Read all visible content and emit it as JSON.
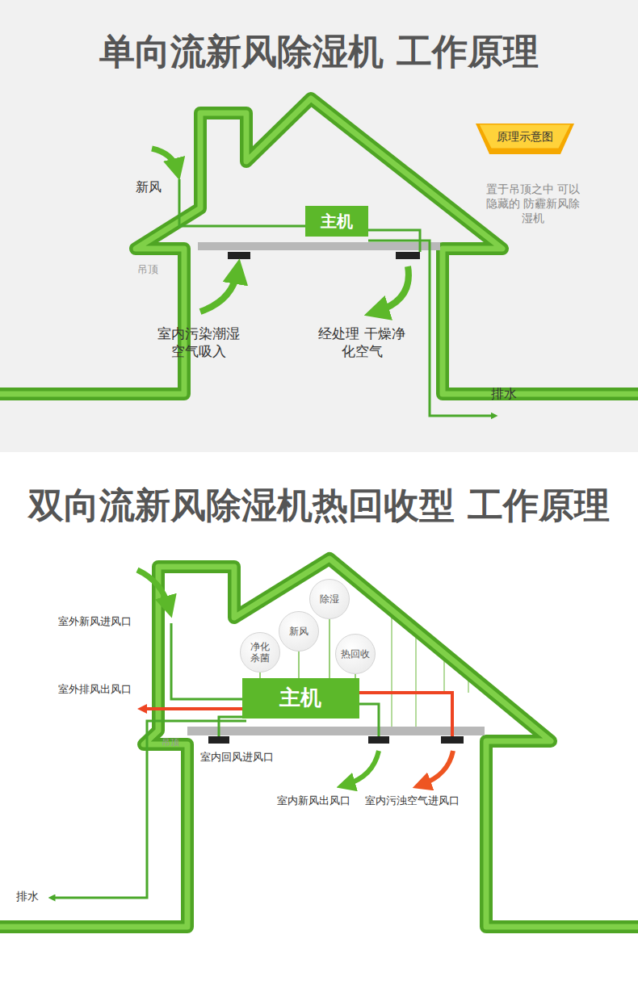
{
  "diagram": {
    "title": "单向流新风除湿机 工作原理",
    "nodes": [
      {
        "text": [
          "原理示意图"
        ]
      },
      {
        "text": [
          "主机"
        ]
      },
      {
        "text": [
          "主机"
        ]
      },
      {
        "text": [
          "净化杀菌"
        ]
      },
      {
        "text": [
          "新风"
        ]
      },
      {
        "text": [
          "除湿"
        ]
      },
      {
        "text": [
          "热回收"
        ]
      }
    ],
    "edges": [
      {
        "from": 3,
        "to": 2,
        "arrow": "none"
      },
      {
        "from": 4,
        "to": 2,
        "arrow": "none"
      },
      {
        "from": 5,
        "to": 2,
        "arrow": "none"
      },
      {
        "from": 6,
        "to": 2,
        "arrow": "none"
      }
    ],
    "labels": [
      "新风",
      "吊顶",
      "室内污染潮湿 空气吸入",
      "经处理 干燥净化空气",
      "排水",
      "置于吊顶之中 可以隐藏的 防霾新风除湿机",
      "双向流新风除湿机热回收型 工作原理",
      "室外新风进风口",
      "室外排风出风口",
      "吊顶",
      "室内回风进风口",
      "室内新风出风口",
      "室内污浊空气进风口",
      "排水"
    ]
  }
}
